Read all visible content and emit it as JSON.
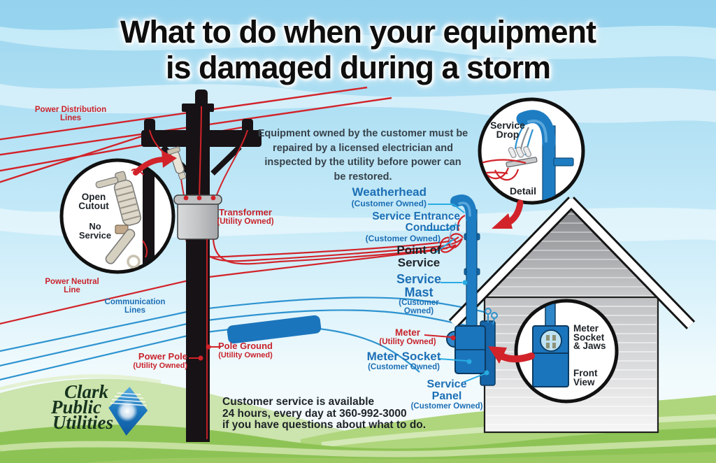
{
  "title": {
    "line1": "What to do when your equipment",
    "line2": "is damaged during a storm"
  },
  "note": "Equipment owned by the customer must be repaired by a licensed electrician and inspected by the utility before power can be restored.",
  "labels": {
    "power_distribution": {
      "t1": "Power Distribution",
      "t2": "Lines"
    },
    "transformer": {
      "t": "Transformer",
      "sub": "(Utility Owned)"
    },
    "weatherhead": {
      "t": "Weatherhead",
      "sub": "(Customer Owned)"
    },
    "service_entrance_conductor": {
      "t": "Service Entrance Conductor",
      "sub": "(Customer Owned)"
    },
    "point_of_service": {
      "t1": "Point of",
      "t2": "Service"
    },
    "service_mast": {
      "t1": "Service",
      "t2": "Mast",
      "sub": "(Customer Owned)"
    },
    "power_neutral": {
      "t1": "Power Neutral",
      "t2": "Line"
    },
    "communication": {
      "t1": "Communication",
      "t2": "Lines"
    },
    "pole_ground": {
      "t": "Pole Ground",
      "sub": "(Utility Owned)"
    },
    "power_pole": {
      "t": "Power Pole",
      "sub": "(Utility Owned)"
    },
    "meter": {
      "t": "Meter",
      "sub": "(Utility Owned)"
    },
    "meter_socket": {
      "t": "Meter Socket",
      "sub": "(Customer Owned)"
    },
    "service_panel": {
      "t1": "Service",
      "t2": "Panel",
      "sub": "(Customer Owned)"
    }
  },
  "insets": {
    "open_cutout": {
      "l1": "Open",
      "l2": "Cutout",
      "l3": "No",
      "l4": "Service"
    },
    "service_drop": {
      "l1": "Service",
      "l2": "Drop",
      "l3": "Detail"
    },
    "meter_socket_jaws": {
      "l1": "Meter",
      "l2": "Socket",
      "l3": "& Jaws",
      "l4": "Front",
      "l5": "View"
    }
  },
  "footer": {
    "logo": {
      "l1": "Clark",
      "l2": "Public",
      "l3": "Utilities"
    },
    "contact_line1": "Customer service is available",
    "contact_line2_pre": "24 hours, every day at ",
    "contact_phone": "360-992-3000",
    "contact_line3": "if you have questions about what to do."
  },
  "colors": {
    "utility_red": "#C9232B",
    "customer_blue": "#1C6FB5",
    "connector_cyan": "#29ABE2",
    "equipment_blue": "#1B75BC",
    "sky_blue": "#A4DCF2",
    "grass_green": "#8DC355",
    "pole_black": "#171215",
    "text_black": "#1E2328"
  }
}
